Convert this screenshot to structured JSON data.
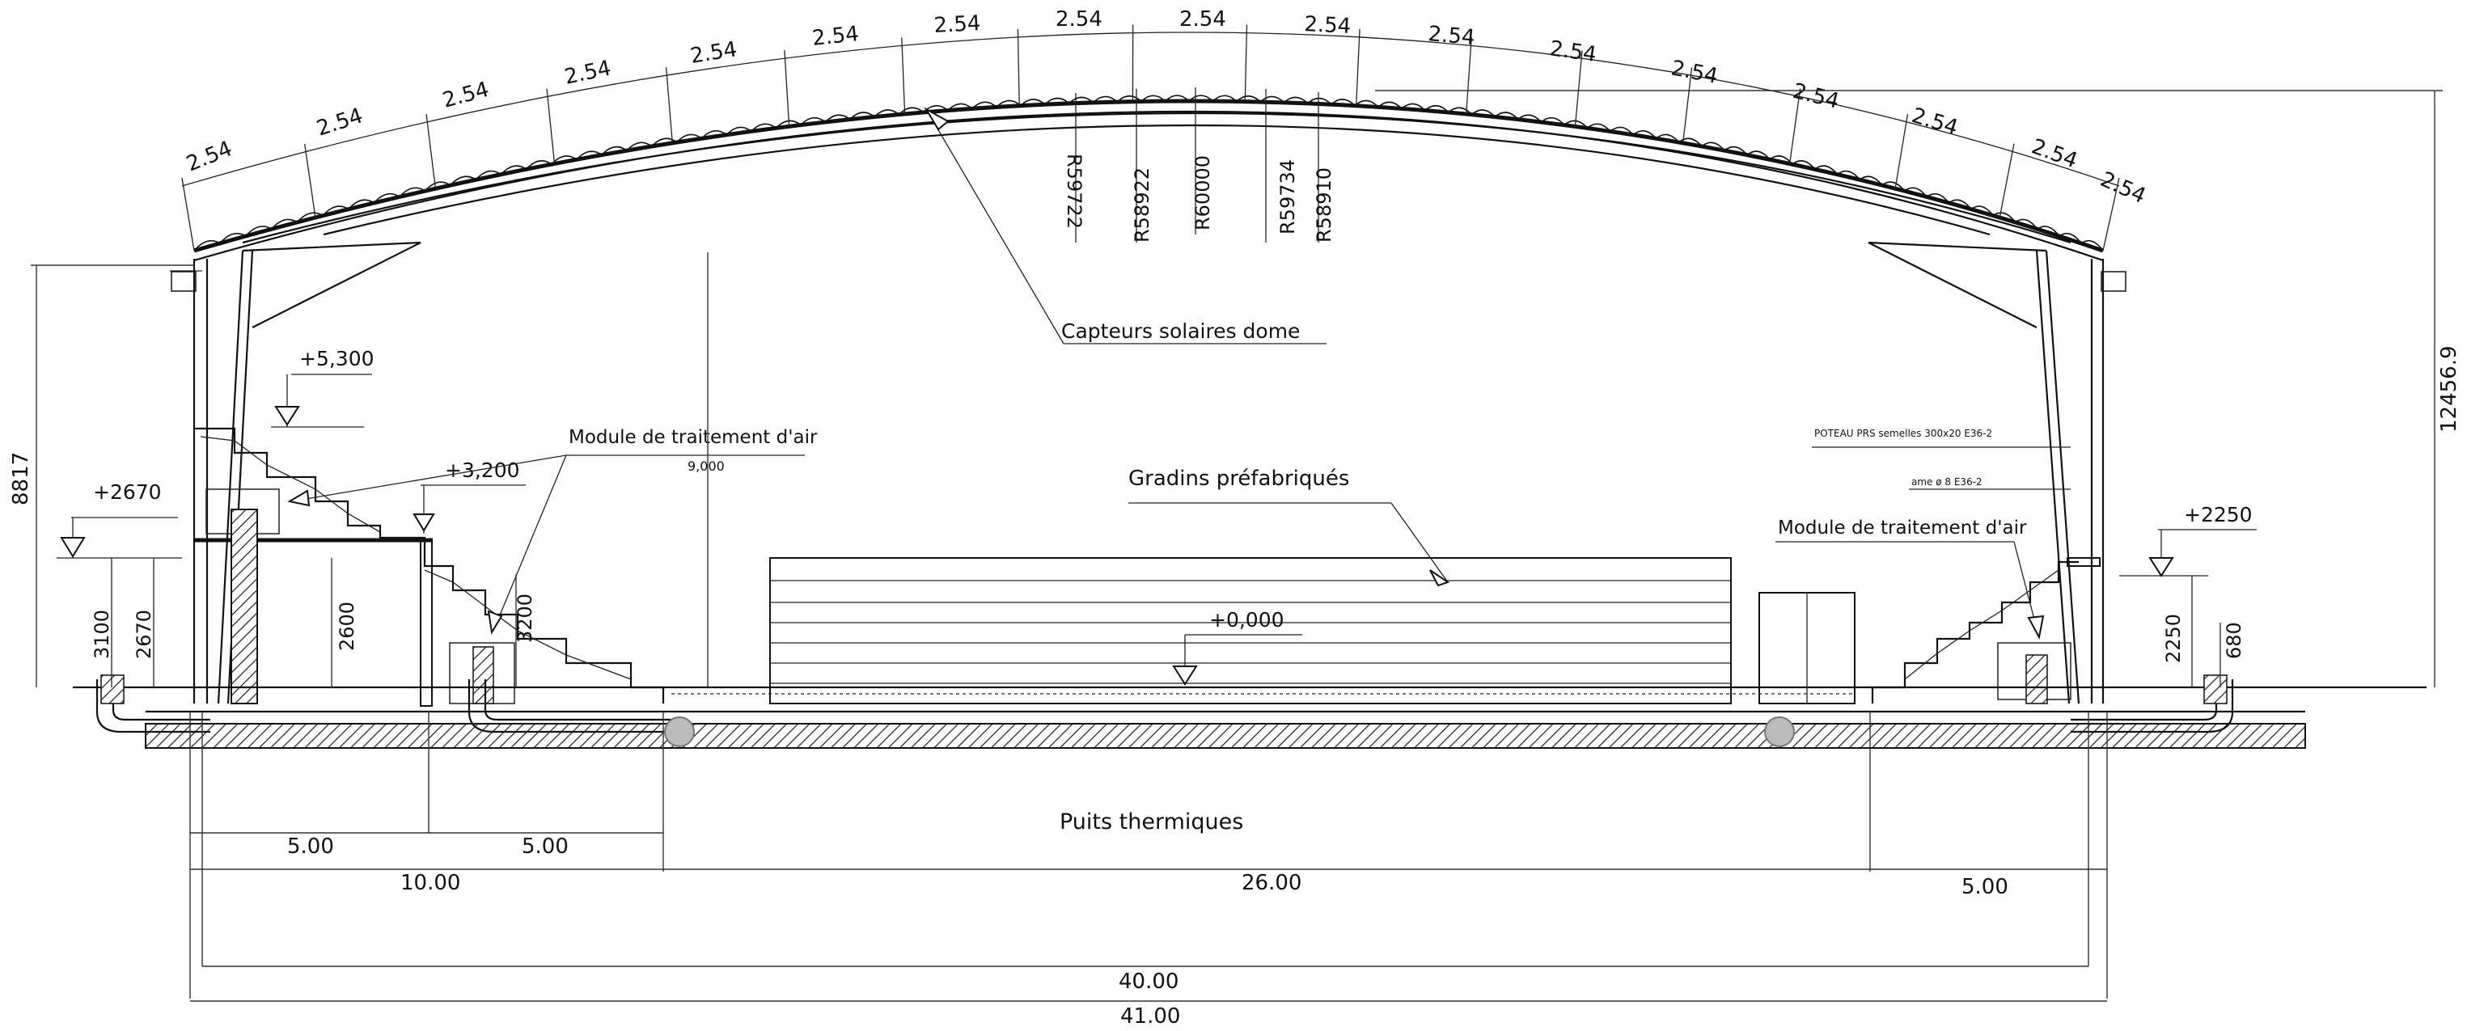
{
  "arc_segment_labels": [
    "2.54",
    "2.54",
    "2.54",
    "2.54",
    "2.54",
    "2.54",
    "2.54",
    "2.54",
    "2.54",
    "2.54",
    "2.54",
    "2.54",
    "2.54",
    "2.54",
    "2.54",
    "2.54",
    "2.54"
  ],
  "radius_labels": [
    "R59722",
    "R58922",
    "R60000",
    "R59734",
    "R58910"
  ],
  "callouts": {
    "solar_collectors": "Capteurs solaires dome",
    "air_module_left": "Module de traitement d'air",
    "air_module_right": "Module de traitement d'air",
    "grandstands": "Gradins préfabriqués",
    "thermal_wells": "Puits thermiques",
    "column_note": "POTEAU PRS semelles 300x20 E36-2",
    "column_note_2": "ame ø 8 E36-2"
  },
  "levels": {
    "left_upper": "+5,300",
    "left_mid": "+3,200",
    "left_outer": "+2670",
    "center": "+0,000",
    "right": "+2250"
  },
  "vertical_dims": {
    "total_height_left": "8817",
    "total_height_right": "12456.9",
    "left_stand": "9,000",
    "left_3100": "3100",
    "left_2670": "2670",
    "left_2600": "2600",
    "left_3200": "3200",
    "right_2250": "2250",
    "right_680": "680"
  },
  "horizontal_dims": {
    "d1": "5.00",
    "d2": "5.00",
    "d3": "10.00",
    "d4": "26.00",
    "d5": "5.00",
    "d6": "40.00",
    "d7": "41.00"
  }
}
